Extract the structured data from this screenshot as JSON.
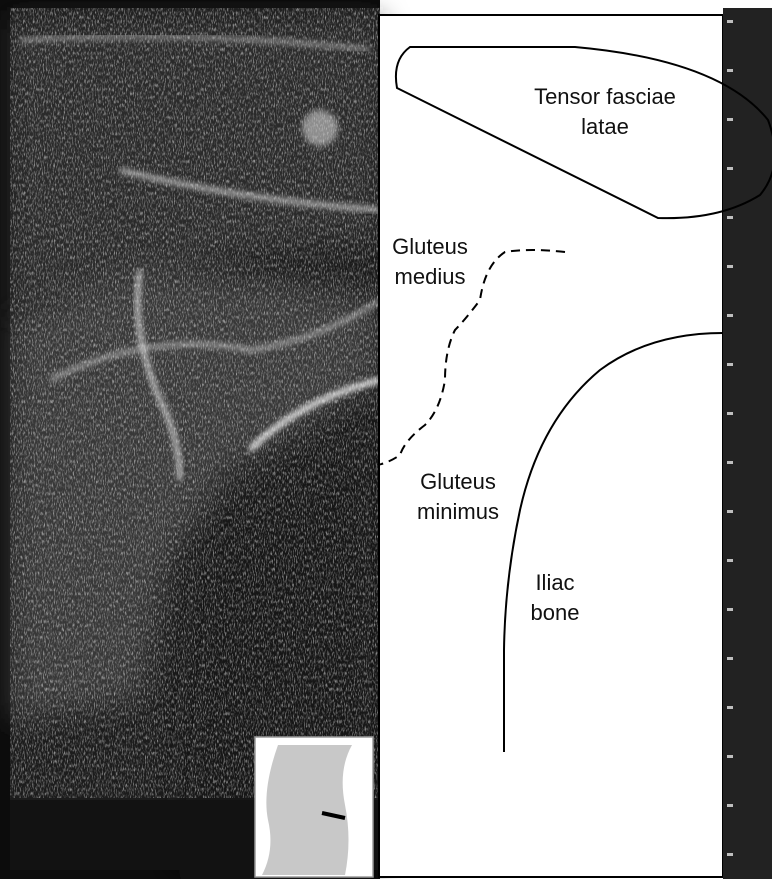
{
  "labels": {
    "tensor_fasciae_latae": [
      "Tensor fasciae",
      "latae"
    ],
    "gluteus_medius": [
      "Gluteus",
      "medius"
    ],
    "gluteus_minimus": [
      "Gluteus",
      "minimus"
    ],
    "iliac_bone": [
      "Iliac",
      "bone"
    ]
  },
  "colors": {
    "ultrasound_bg": "#1a1a1a",
    "echo_bright": "#cfcfcf",
    "outline": "#000000",
    "schematic_bg": "#ffffff",
    "inset_body": "#c8c8c8",
    "depth_scale_bg": "#222222"
  },
  "icons": {
    "position_inset": "body-silhouette-probe-position-icon"
  }
}
